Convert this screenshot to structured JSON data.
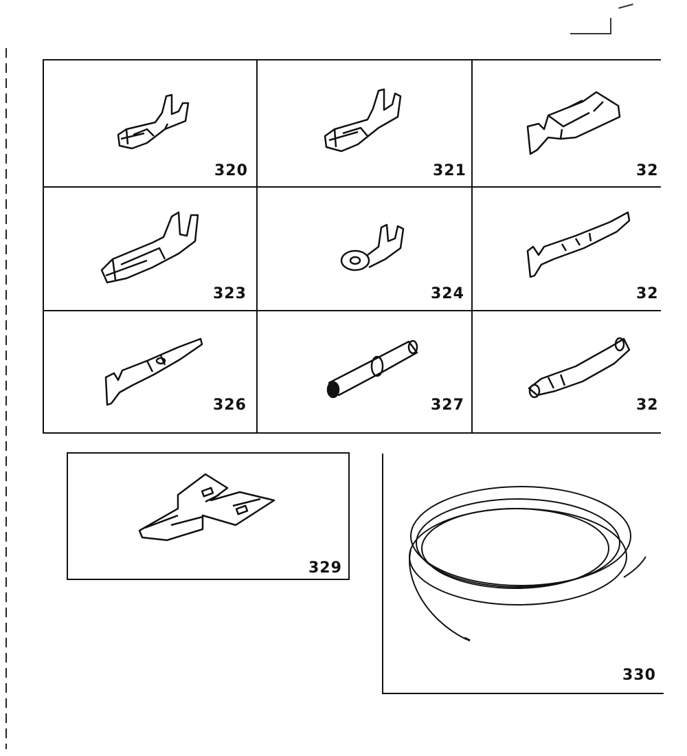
{
  "parts": {
    "p320": "320",
    "p321": "321",
    "p322": "32",
    "p323": "323",
    "p324": "324",
    "p325": "32",
    "p326": "326",
    "p327": "327",
    "p328": "32",
    "p329": "329",
    "p330": "330"
  },
  "icons": {
    "p320": "female-terminal-icon",
    "p321": "female-terminal-icon",
    "p322": "flag-terminal-icon",
    "p323": "large-female-terminal-icon",
    "p324": "ring-terminal-icon",
    "p325": "pin-terminal-icon",
    "p326": "pin-terminal-icon",
    "p327": "butt-connector-icon",
    "p328": "bullet-terminal-icon",
    "p329": "double-spade-adapter-icon",
    "p330": "wire-coil-icon"
  }
}
